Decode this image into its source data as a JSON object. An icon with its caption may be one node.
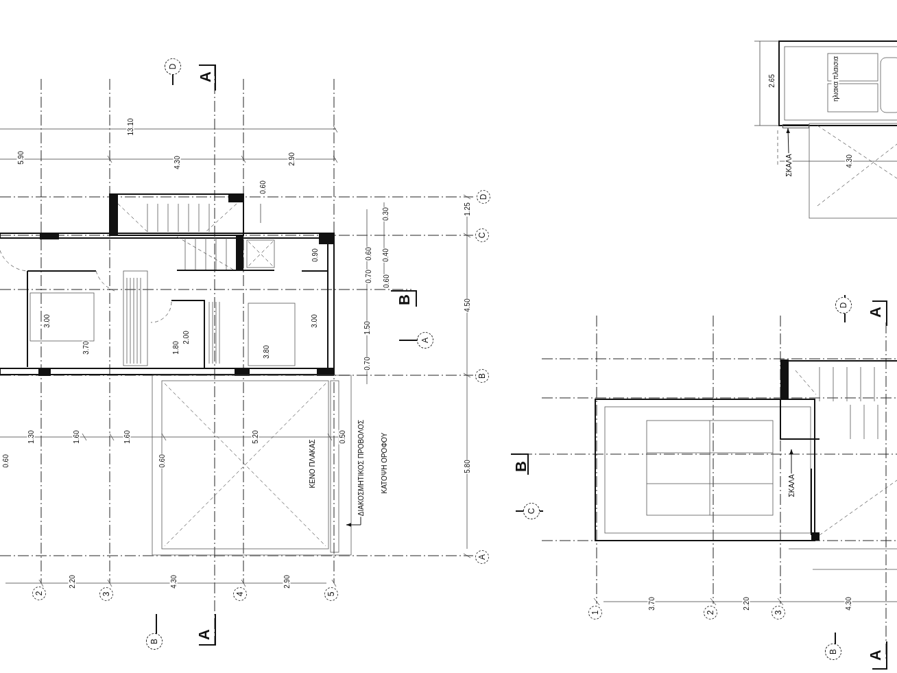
{
  "diagram": {
    "nodes": [
      {
        "text": [
          "D"
        ]
      },
      {
        "text": [
          "D"
        ]
      },
      {
        "text": [
          "C"
        ]
      },
      {
        "text": [
          "A"
        ]
      },
      {
        "text": [
          "B"
        ]
      },
      {
        "text": [
          "ΔΙΑΚΟΣΜΗΤΙΚΟΣ ΠΡΟΒΟΛΟΣ"
        ]
      },
      {
        "text": [
          "A"
        ]
      },
      {
        "text": [
          "2"
        ]
      },
      {
        "text": [
          "3"
        ]
      },
      {
        "text": [
          "4"
        ]
      },
      {
        "text": [
          "5"
        ]
      },
      {
        "text": [
          "B"
        ]
      },
      {
        "text": [
          "ΣΚΑΛΑ"
        ]
      },
      {
        "text": [
          "D"
        ]
      },
      {
        "text": [
          "ΣΚΑΛΑ"
        ]
      },
      {
        "text": [
          "C"
        ]
      },
      {
        "text": [
          "1"
        ]
      },
      {
        "text": [
          "2"
        ]
      },
      {
        "text": [
          "3"
        ]
      },
      {
        "text": [
          "B"
        ]
      },
      {
        "text": [],
        "shape": "bar"
      }
    ],
    "edges": [
      {
        "from": 5,
        "to": null,
        "arrow": "to"
      },
      {
        "from": 12,
        "to": 20,
        "arrow": "to"
      },
      {
        "from": 14,
        "to": null,
        "arrow": "to"
      }
    ],
    "labels": [
      "A",
      "13.10",
      "5.90",
      "4.30",
      "2.90",
      "0.60",
      "0.30",
      "1.25",
      "0.90",
      "0.60",
      "0.40",
      "0.70",
      "0.60",
      "B",
      "3.00",
      "3.00",
      "1.50",
      "4.50",
      "2.00",
      "3.70",
      "1.80",
      "3.80",
      "0.70",
      "1.30",
      "1.60",
      "1.60",
      "5.20",
      "0.50",
      "0.60",
      "0.60",
      "ΚΕΝΟ ΠΛΑΚΑΣ",
      "ΚΑΤΟΨΗ ΟΡΟΦΟΥ",
      "5.80",
      "2.20",
      "4.30",
      "2.90",
      "A",
      "2.65",
      "ηλιακα πλαισια",
      "4.30",
      "A",
      "B",
      "3.70",
      "2.20",
      "4.30",
      "A"
    ]
  }
}
